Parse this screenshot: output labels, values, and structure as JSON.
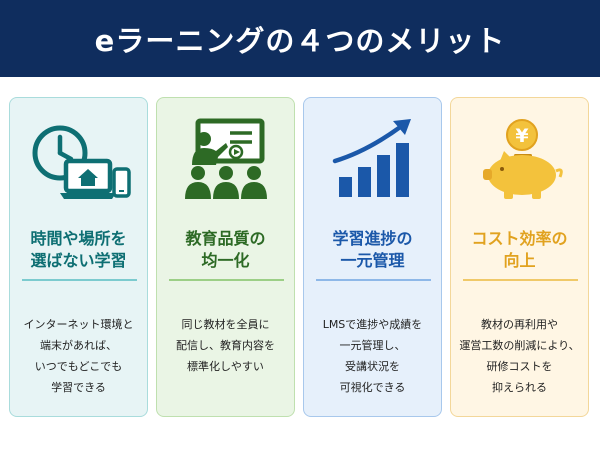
{
  "header": {
    "title": "eラーニングの４つのメリット"
  },
  "colors": {
    "header_bg": "#0f2d5e",
    "teal": "#0e6f73",
    "green": "#2d6a25",
    "blue": "#1b58a9",
    "gold": "#e1a21f"
  },
  "cards": [
    {
      "icon": "clock-laptop-phone-icon",
      "title_lines": [
        "時間や場所を",
        "選ばない学習"
      ],
      "desc_lines": [
        "インターネット環境と",
        "端末があれば、",
        "いつでもどこでも",
        "学習できる"
      ]
    },
    {
      "icon": "presentation-group-icon",
      "title_lines": [
        "教育品質の",
        "均一化"
      ],
      "desc_lines": [
        "同じ教材を全員に",
        "配信し、教育内容を",
        "標準化しやすい"
      ]
    },
    {
      "icon": "growth-bar-chart-icon",
      "title_lines": [
        "学習進捗の",
        "一元管理"
      ],
      "desc_lines": [
        "LMSで進捗や成績を",
        "一元管理し、",
        "受講状況を",
        "可視化できる"
      ]
    },
    {
      "icon": "piggy-bank-yen-icon",
      "title_lines": [
        "コスト効率の",
        "向上"
      ],
      "desc_lines": [
        "教材の再利用や",
        "運営工数の削減により、",
        "研修コストを",
        "抑えられる"
      ]
    }
  ]
}
